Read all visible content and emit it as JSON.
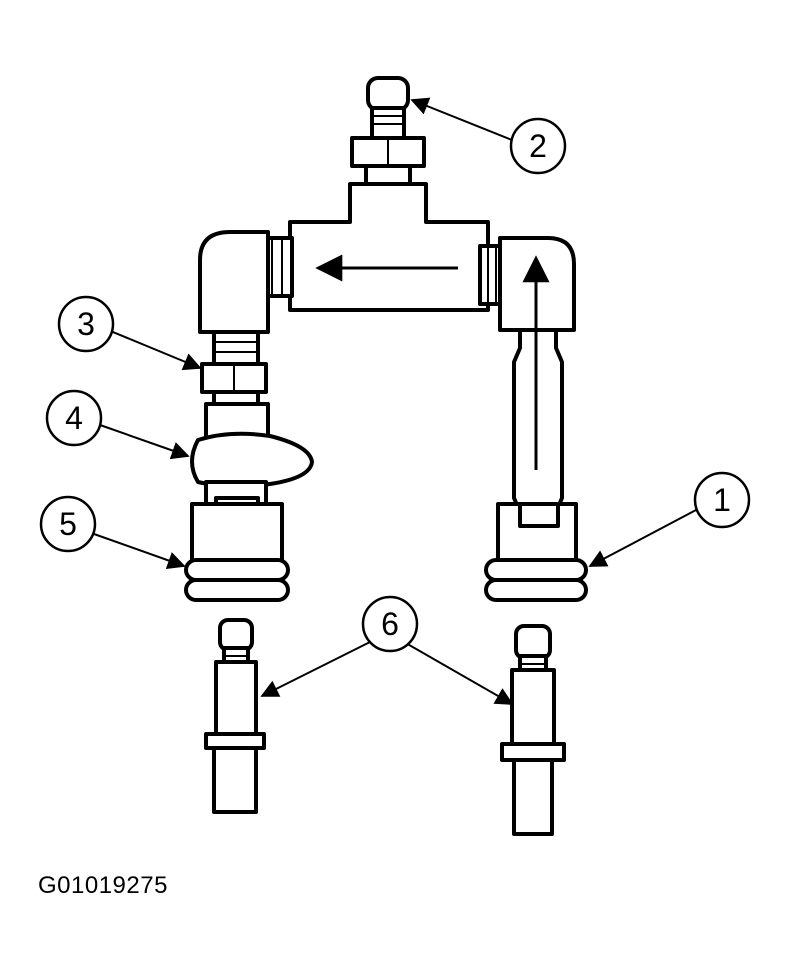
{
  "callouts": [
    {
      "id": "1",
      "label": "1"
    },
    {
      "id": "2",
      "label": "2"
    },
    {
      "id": "3",
      "label": "3"
    },
    {
      "id": "4",
      "label": "4"
    },
    {
      "id": "5",
      "label": "5"
    },
    {
      "id": "6",
      "label": "6"
    }
  ],
  "figure_id": "G01019275",
  "colors": {
    "line": "#000000",
    "fill": "#ffffff"
  }
}
